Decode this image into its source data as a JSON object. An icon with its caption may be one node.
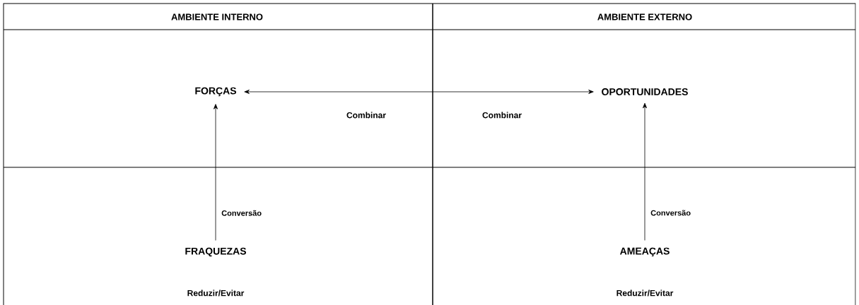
{
  "diagram": {
    "nodes": [
      {
        "text": [
          "FORÇAS"
        ]
      },
      {
        "text": [
          "OPORTUNIDADES"
        ]
      },
      {
        "text": [
          "FRAQUEZAS"
        ]
      },
      {
        "text": [
          "AMEAÇAS"
        ]
      }
    ],
    "edges": [
      {
        "from": 0,
        "to": 1,
        "arrow": "both"
      },
      {
        "from": 2,
        "to": 0,
        "arrow": "to",
        "label": "Conversão"
      },
      {
        "from": 3,
        "to": 1,
        "arrow": "to",
        "label": "Conversão"
      }
    ],
    "labels": [
      "AMBIENTE INTERNO",
      "AMBIENTE EXTERNO",
      "Combinar",
      "Combinar",
      "Reduzir/Evitar",
      "Reduzir/Evitar"
    ]
  }
}
